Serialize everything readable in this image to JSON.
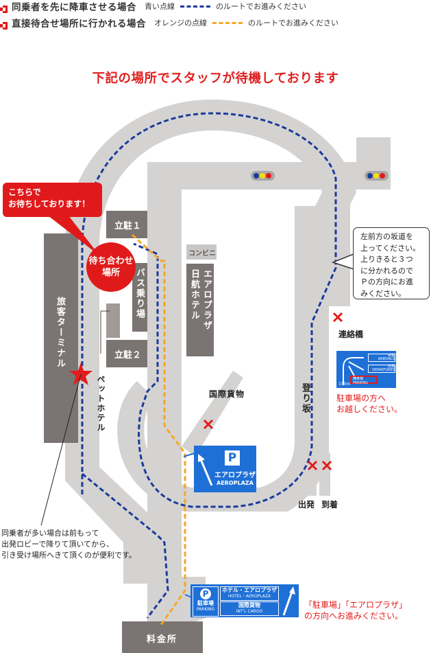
{
  "legend": {
    "rows": [
      {
        "case": "同乗者を先に降車させる場合",
        "kind": "青い点線",
        "route": "のルートでお進みください",
        "color": "#1a3a9a"
      },
      {
        "case": "直接待合せ場所に行かれる場合",
        "kind": "オレンジの点線",
        "route": "のルートでお進みください",
        "color": "#f5a623"
      }
    ]
  },
  "headline": "下記の場所でスタッフが待機しております",
  "callouts": {
    "waiting_line1": "こちらで",
    "waiting_line2": "お待ちしております！",
    "meeting_point_line1": "待ち合わせ",
    "meeting_point_line2": "場所",
    "slope_instructions": [
      "左前方の坂道を",
      "上ってください。",
      "上りきると３つ",
      "に分かれるので",
      "Ｐの方向にお進",
      "みください。"
    ]
  },
  "map_labels": {
    "parking1": "立駐１",
    "parking2": "立駐２",
    "bus_stop": "バス乗り場",
    "convenience": "コンビニ",
    "jal_hotel": "日航ホテル",
    "aeroplaza": "エアロプラザ",
    "terminal": "旅客ターミナル",
    "pet_hotel": "ペットホテル",
    "cargo": "国際貨物",
    "slope": "登り坂",
    "bridge": "連絡橋",
    "departures": "出発",
    "arrivals": "到着",
    "toll": "料金所"
  },
  "signs": {
    "aeroplaza_sign": {
      "p": "P",
      "jp": "エアロプラザ",
      "en": "AEROPLAZA"
    },
    "bridge_sign": {
      "arrivals_jp": "到着",
      "arrivals_en": "ARRIVALS",
      "departures_jp": "出発",
      "departures_en": "DEPARTURES",
      "parking_jp": "駐車場",
      "parking_en": "PARKING",
      "distance": "150m"
    },
    "entrance_sign": {
      "p": "P",
      "parking_jp": "駐車場",
      "parking_en": "PARKING",
      "hotel_jp": "ホテル・エアロプラザ",
      "hotel_en": "HOTEL・AEROPLAZA",
      "cargo_jp": "国際貨物",
      "cargo_en": "INT'L CARGO"
    }
  },
  "notes": {
    "parking_direction": [
      "駐車場の方へ",
      "お越しください。"
    ],
    "entrance_direction": [
      "「駐車場」「エアロプラザ」",
      "の方向へお進みください。"
    ],
    "dropoff_tip": [
      "同乗者が多い場合は前もって",
      "出発ロビーで降りて頂いてから、",
      "引き受け場所へきて頂くのが便利です。"
    ]
  },
  "colors": {
    "road": "#d4d3d2",
    "building": "#7a7472",
    "blue_route": "#1a3a9a",
    "orange_route": "#f5a623",
    "accent_red": "#e01a1a",
    "sign_blue": "#1e6fd6"
  }
}
